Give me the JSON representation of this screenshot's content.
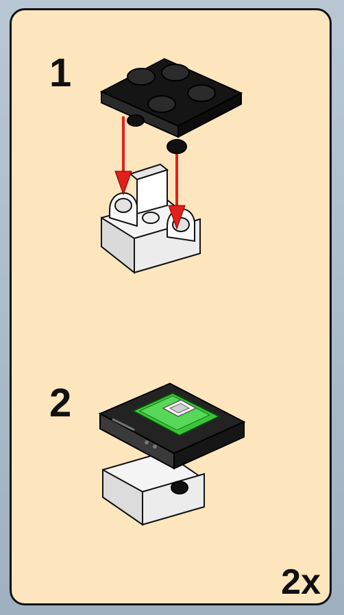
{
  "steps": [
    {
      "number": "1"
    },
    {
      "number": "2"
    }
  ],
  "quantity_label": "2x",
  "colors": {
    "panel_background": "#fde6bd",
    "border": "#111111",
    "arrow": "#e0201c",
    "screen_green": "#3cc43c",
    "brick_black": "#111111",
    "brick_white": "#f5f5f5"
  },
  "icons": {
    "step1": [
      "black-plate-2x2-icon",
      "white-clip-bracket-icon",
      "red-arrow-icon"
    ],
    "step2": [
      "assembled-screen-tile-icon"
    ]
  }
}
